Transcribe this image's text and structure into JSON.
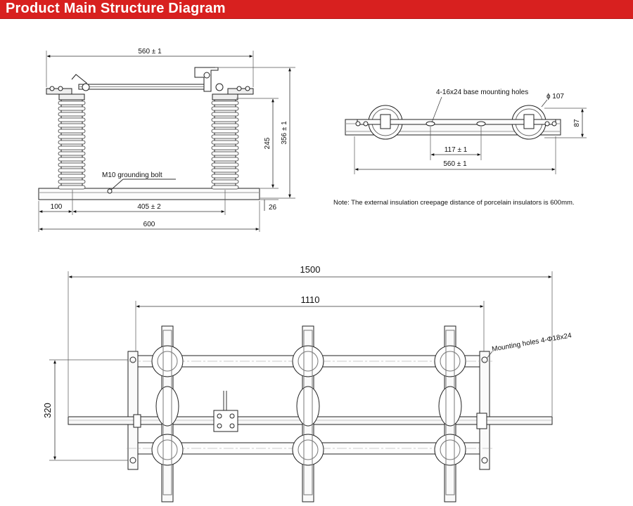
{
  "header": {
    "title": "Product Main Structure Diagram",
    "background_color": "#d8201f",
    "text_color": "#ffffff"
  },
  "front_view": {
    "dim_width_top": "560 ± 1",
    "dim_height_total": "356 ± 1",
    "dim_insulator_height": "245",
    "dim_base_thickness": "26",
    "dim_left_offset": "100",
    "dim_insulator_spacing": "405 ± 2",
    "dim_base_length": "600",
    "label_grounding_bolt": "M10 grounding bolt"
  },
  "top_view": {
    "label_mounting_holes": "4-16x24 base mounting holes",
    "dim_diameter": "ɸ 107",
    "dim_height": "87",
    "dim_hole_spacing": "117 ± 1",
    "dim_width": "560 ± 1"
  },
  "note": "Note: The external insulation creepage distance of porcelain insulators is 600mm.",
  "plan_view": {
    "dim_overall": "1500",
    "dim_frame": "1110",
    "dim_depth": "320",
    "label_mounting_holes": "Mounting holes 4-Φ18x24"
  }
}
